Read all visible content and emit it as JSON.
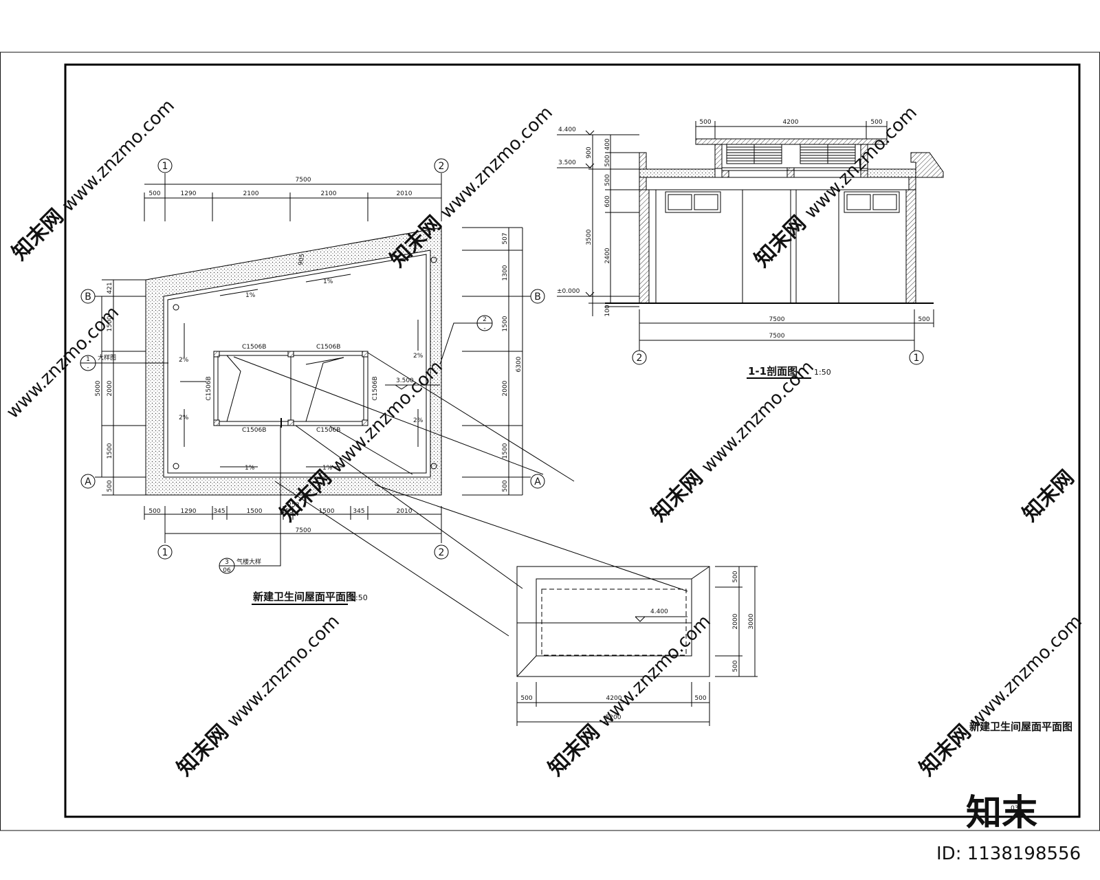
{
  "roof_plan": {
    "title": "新建卫生间屋面平面图",
    "scale": "1:50",
    "axis_1": "1",
    "axis_2": "2",
    "axis_A": "A",
    "axis_B": "B",
    "top_total": "7500",
    "top_dims": [
      "500",
      "1290",
      "2100",
      "2100",
      "2010"
    ],
    "bottom_total": "7500",
    "bottom_dims": [
      "500",
      "1290",
      "345",
      "1500",
      "255",
      "1500",
      "345",
      "2010"
    ],
    "left_dims": [
      "421",
      "1500",
      "2000",
      "1500",
      "500"
    ],
    "left_total": "5000",
    "right_dims": [
      "507",
      "1300",
      "1500",
      "2000",
      "1500",
      "500"
    ],
    "right_total": "6300",
    "slopes": [
      "1%",
      "1%",
      "2%",
      "2%",
      "2%",
      "2%",
      "1%",
      "1%"
    ],
    "windows": [
      "C1506B",
      "C1506B",
      "C1506B",
      "C1506B",
      "C1506B",
      "C1506B"
    ],
    "eave_width": "905",
    "elevation": "3.500",
    "detail_1_num": "1",
    "detail_1_sheet": "-",
    "detail_1_note": "大样图",
    "detail_2_num": "2",
    "detail_2_sheet": "-",
    "detail_3_num": "3",
    "detail_3_sheet": "06",
    "detail_3_note": "气楼大样",
    "detail_3_dim": "253"
  },
  "section": {
    "title": "1-1剖面图",
    "scale": "1:50",
    "top_dims": [
      "500",
      "4200",
      "500"
    ],
    "levels": [
      "4.400",
      "3.500",
      "±0.000"
    ],
    "left_dims": [
      "400",
      "900",
      "500",
      "500",
      "600",
      "3500",
      "2400",
      "100"
    ],
    "bottom_dim_1": "7500",
    "bottom_dim_1b": "500",
    "bottom_dim_2": "7500",
    "axis_left": "2",
    "axis_right": "1"
  },
  "skylight_plan": {
    "elevation": "4.400",
    "right_dims": [
      "500",
      "2000",
      "500"
    ],
    "right_total": "3000",
    "bottom_dims": [
      "500",
      "4200",
      "500"
    ],
    "bottom_total": "5200",
    "title": "新建卫生间屋面平面图"
  },
  "sheet_no": "03",
  "watermarks": {
    "brand": "知末网",
    "url": "www.znzmo.com",
    "logo": "知末",
    "id": "ID: 1138198556"
  }
}
